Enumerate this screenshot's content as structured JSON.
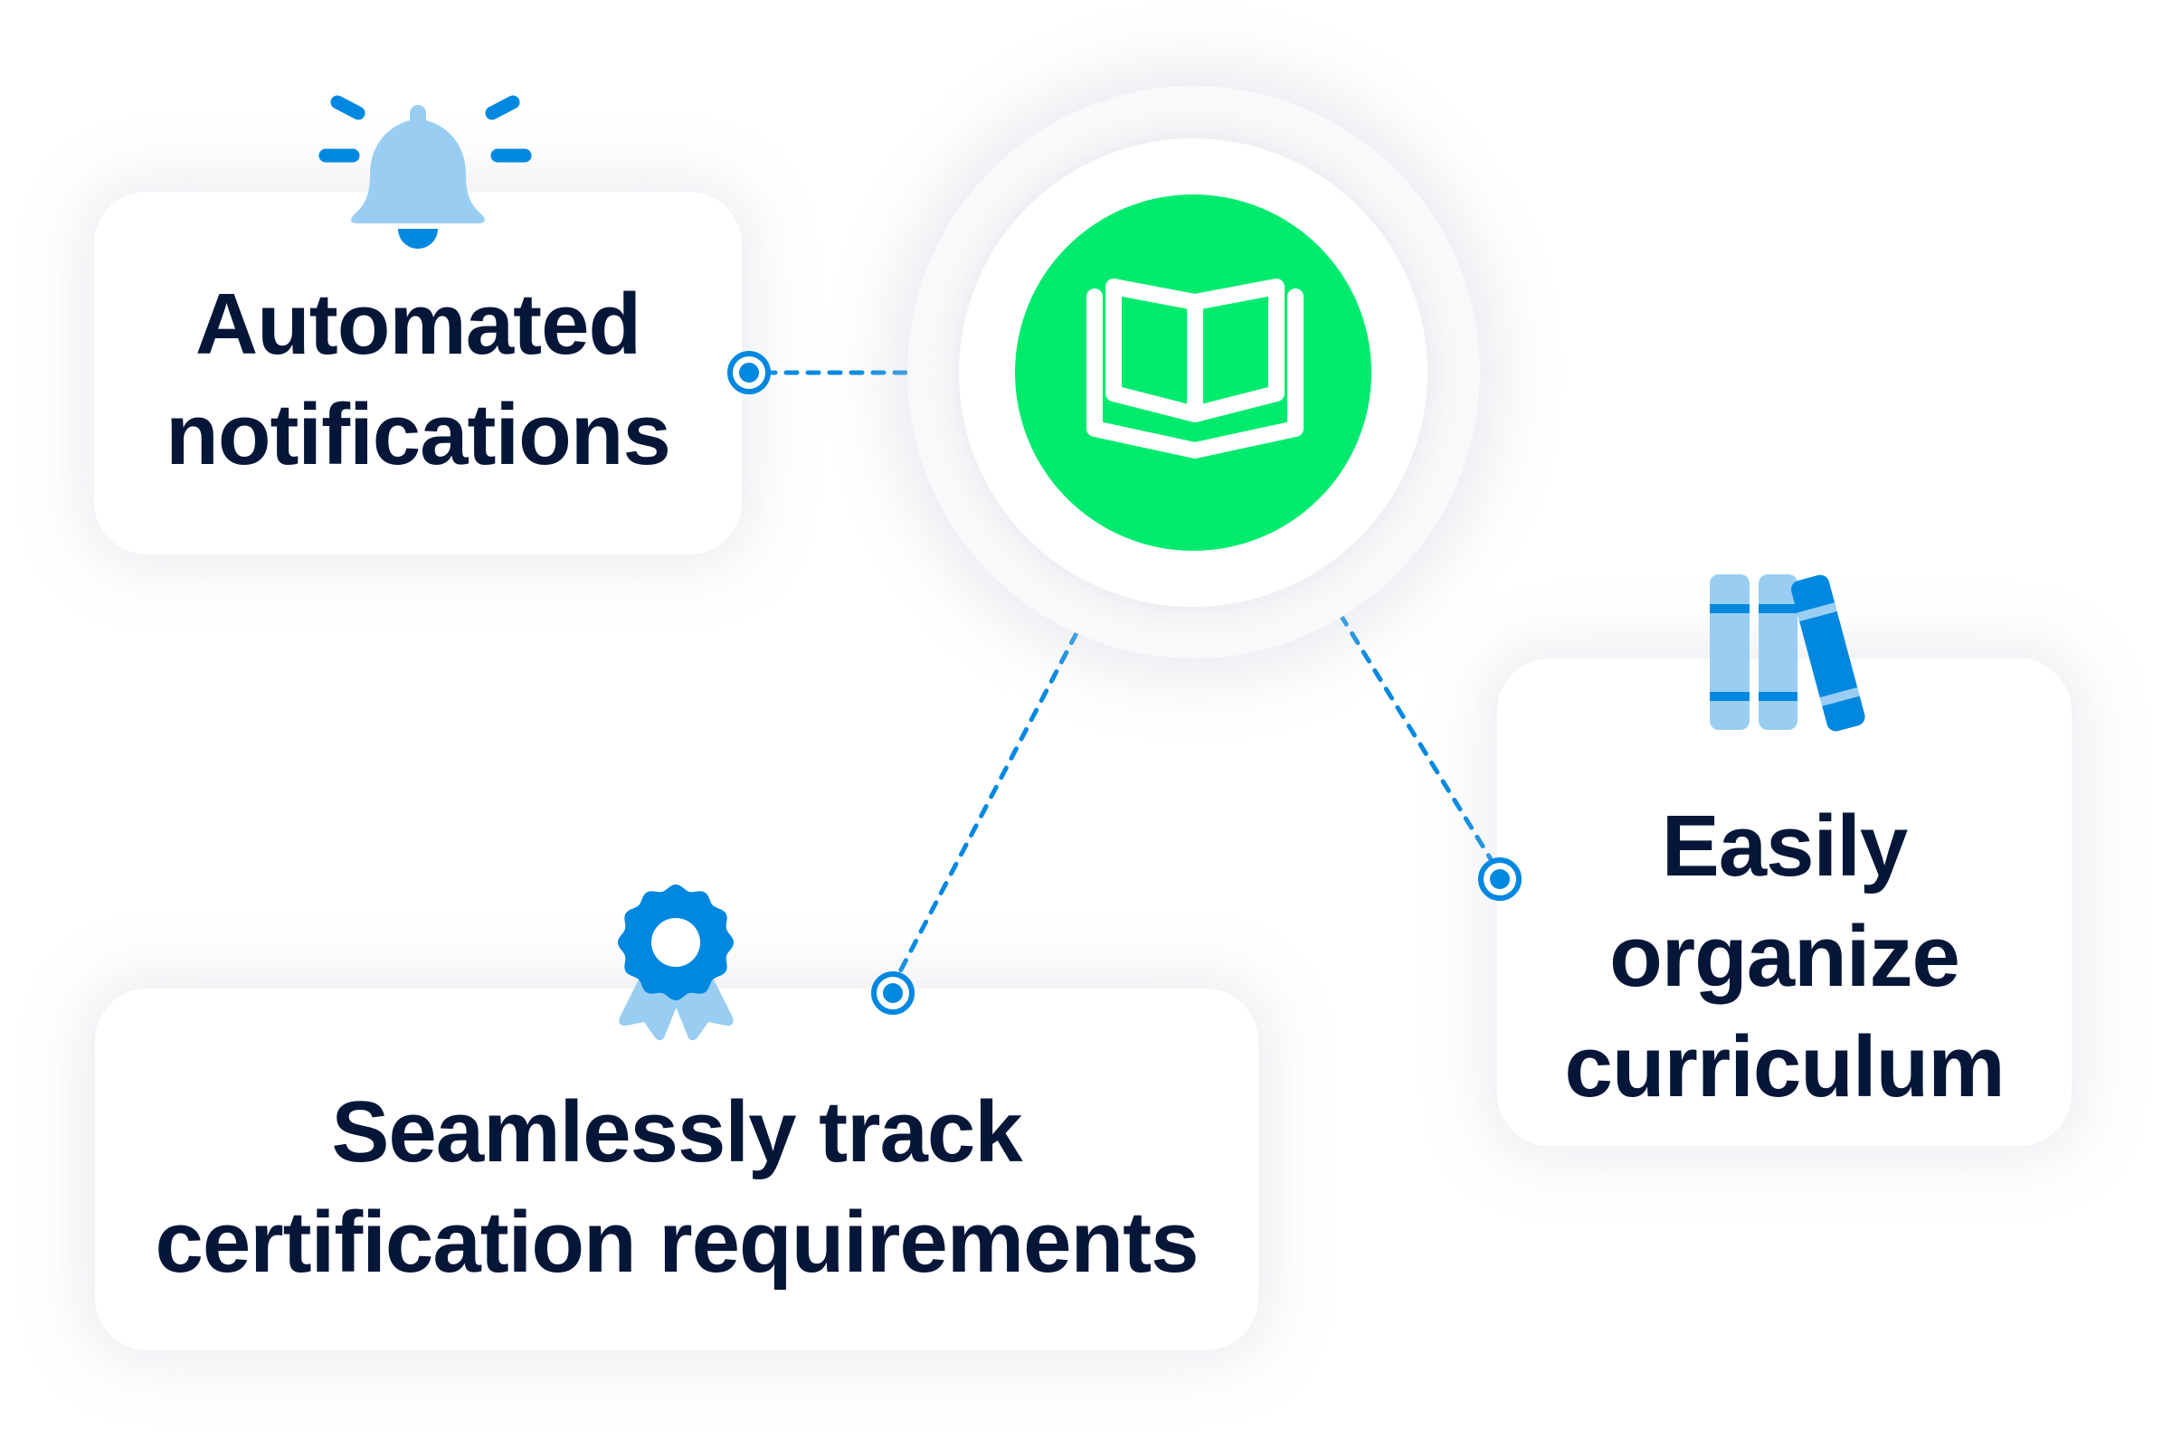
{
  "hub": {
    "icon": "open-book-icon",
    "color": "#00eb6e"
  },
  "features": [
    {
      "id": "notifications",
      "icon": "bell-icon",
      "lines": [
        "Automated",
        "notifications"
      ]
    },
    {
      "id": "certification",
      "icon": "award-ribbon-icon",
      "lines": [
        "Seamlessly track",
        "certification requirements"
      ]
    },
    {
      "id": "curriculum",
      "icon": "books-icon",
      "lines": [
        "Easily",
        "organize",
        "curriculum"
      ]
    }
  ],
  "colors": {
    "text": "#061638",
    "accent_blue": "#0088e0",
    "light_blue": "#99cef2",
    "green": "#00eb6e",
    "card_bg": "#ffffff",
    "ring_bg": "#f8f9fa"
  }
}
